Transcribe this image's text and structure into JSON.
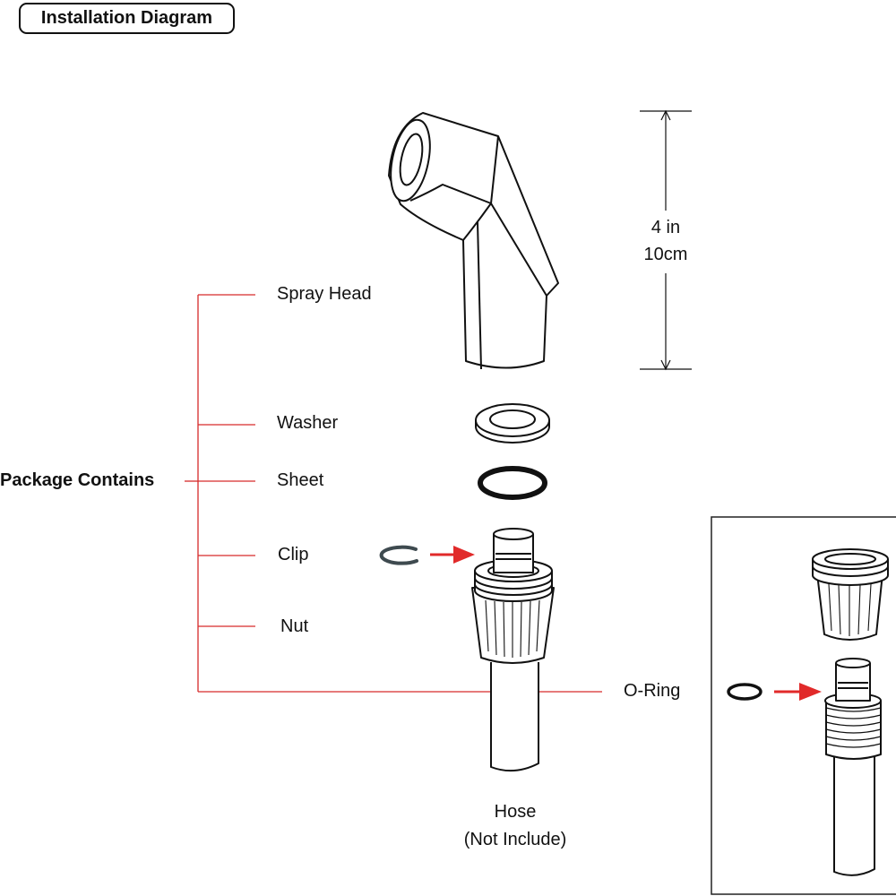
{
  "title": "Installation Diagram",
  "group_label": "Package Contains",
  "parts": {
    "spray_head": "Spray Head",
    "washer": "Washer",
    "sheet": "Sheet",
    "clip": "Clip",
    "nut": "Nut",
    "o_ring": "O-Ring"
  },
  "dimension": {
    "imperial": "4 in",
    "metric": "10cm"
  },
  "hose": {
    "label": "Hose",
    "note": "(Not Include)"
  },
  "colors": {
    "leader": "#d62a2a",
    "arrow": "#e12a2a",
    "outline": "#111111",
    "clip": "#3e4a4f"
  }
}
